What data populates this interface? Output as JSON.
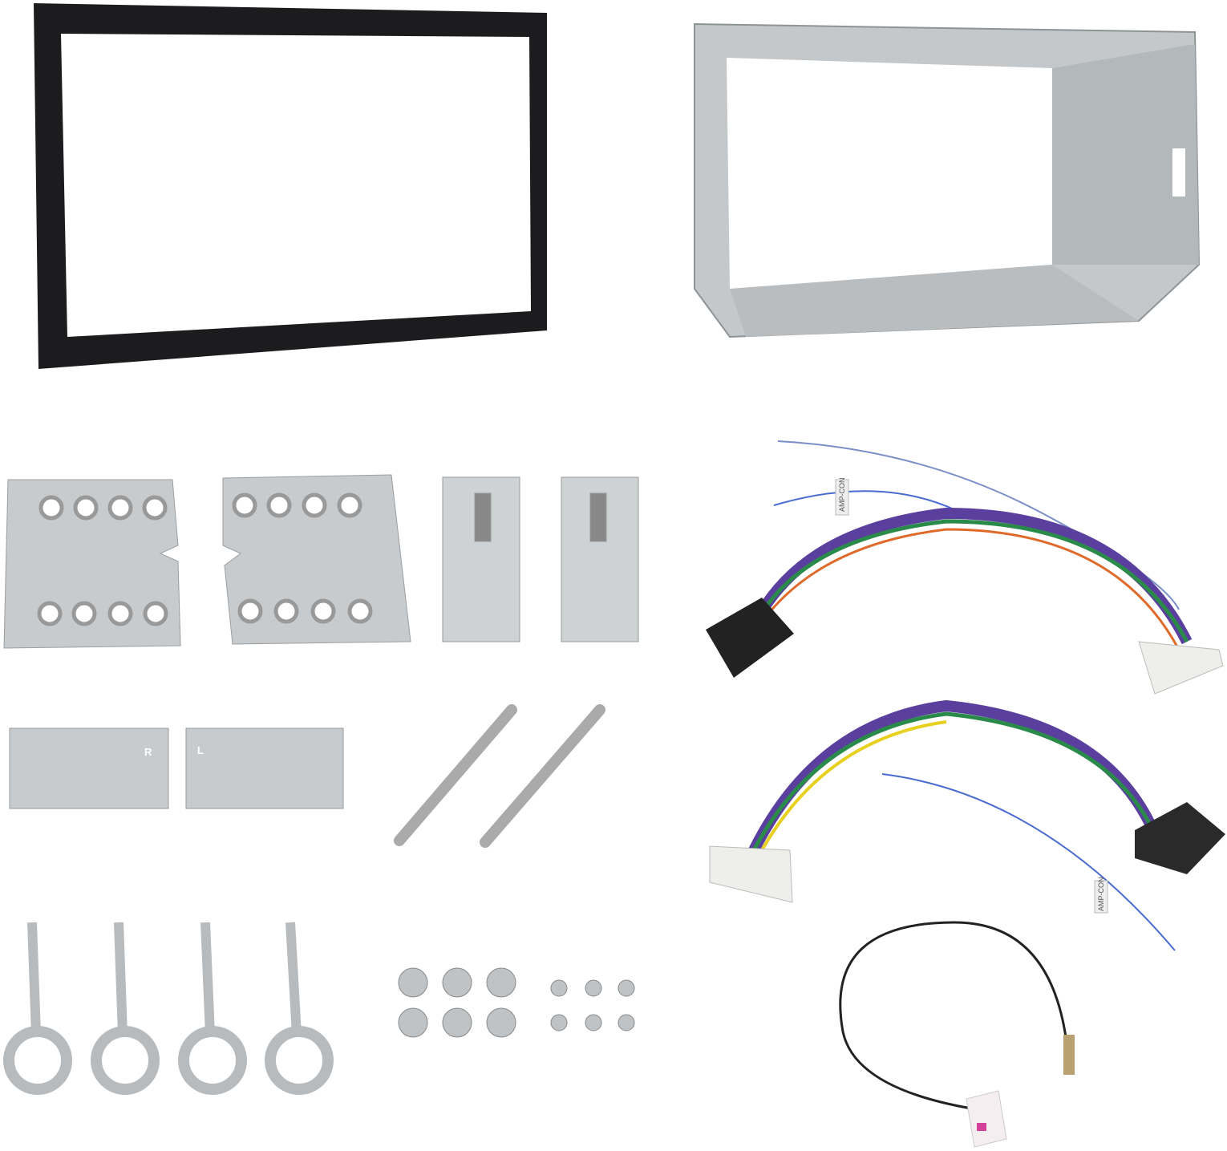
{
  "labels": {
    "amp_label_1": "AMP-CON",
    "amp_label_2": "AMP-CON",
    "bracket_right_mark": "R",
    "bracket_left_mark": "L"
  },
  "colors": {
    "fascia": "#1c1c1e",
    "metal": "#c9ccce",
    "metal_dark": "#9fa3a6",
    "connector_black": "#222222",
    "connector_white": "#eeeeea"
  }
}
